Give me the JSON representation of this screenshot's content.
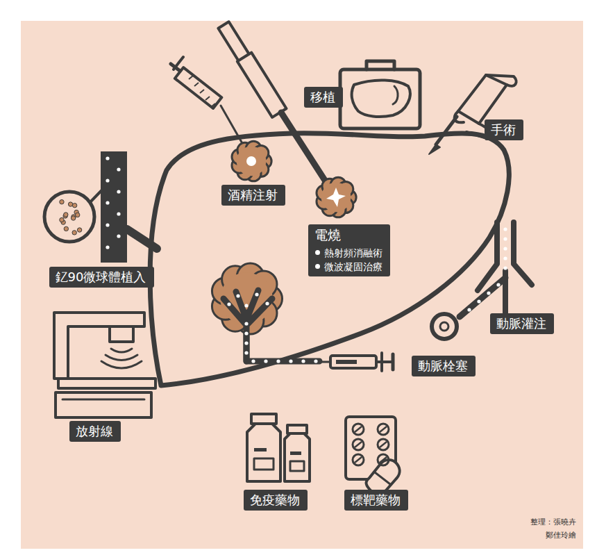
{
  "diagram": {
    "nodes": [
      {
        "text": [
          "移植"
        ]
      },
      {
        "text": [
          "手術"
        ]
      },
      {
        "text": [
          "酒精注射"
        ]
      },
      {
        "text": [
          "電燒",
          "熱射頻消融術",
          "微波凝固治療"
        ]
      },
      {
        "text": [
          "釔90微球體植入"
        ]
      },
      {
        "text": [
          "動脈灌注"
        ]
      },
      {
        "text": [
          "動脈栓塞"
        ]
      },
      {
        "text": [
          "放射線"
        ]
      },
      {
        "text": [
          "免疫藥物"
        ]
      },
      {
        "text": [
          "標靶藥物"
        ]
      }
    ],
    "labels": [
      "整理：張曉卉",
      "鄭佳玲繪"
    ]
  }
}
